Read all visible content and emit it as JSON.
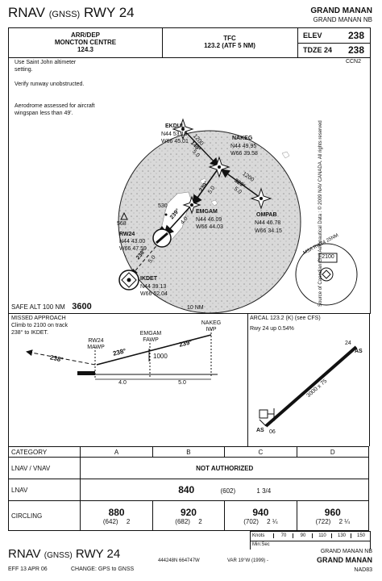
{
  "header": {
    "title_pre": "RNAV",
    "title_gnss": "(GNSS)",
    "title_post": "RWY 24",
    "airport": "GRAND MANAN",
    "location": "GRAND MANAN NB"
  },
  "comms": {
    "arr_dep_label": "ARR/DEP",
    "centre": "MONCTON CENTRE",
    "arr_freq": "124.3",
    "tfc_label": "TFC",
    "tfc_freq": "123.2 (ATF 5 NM)",
    "elev_label": "ELEV",
    "elev": "238",
    "tdze_label": "TDZE 24",
    "tdze": "238"
  },
  "notes": {
    "ref_code": "CCN2",
    "note1": "Use Saint John altimeter setting.",
    "note2": "Verify runway unobstructed.",
    "note3": "Aerodrome assessed for aircraft wingspan less than 49'."
  },
  "fixes": {
    "ekdul": {
      "name": "EKDUL",
      "lat": "N44 53.13",
      "lon": "W66 45.01"
    },
    "nakeg": {
      "name": "NAKEG",
      "lat": "N44 49.95",
      "lon": "W66 39.58"
    },
    "ompab": {
      "name": "OMPAB",
      "lat": "N44 46.78",
      "lon": "W66 34.15"
    },
    "emgam": {
      "name": "EMGAM",
      "lat": "N44 46.09",
      "lon": "W66 44.03"
    },
    "rw24": {
      "name": "RW24",
      "lat": "N44 43.00",
      "lon": "W66 47.59"
    },
    "ikdet": {
      "name": "IKDET",
      "lat": "N44 39.13",
      "lon": "W66 52.04"
    }
  },
  "plan_labels": {
    "alt_1200_a": "1200",
    "alt_1200_b": "1200",
    "crs_149": "149°",
    "crs_329": "329°",
    "crs_239_a": "239°",
    "crs_239_b": "239°",
    "crs_238": "238°",
    "dist_50_a": "5.0",
    "dist_50_b": "5.0",
    "dist_50_c": "5.0",
    "dist_40": "4.0",
    "dist_50_d": "5.0",
    "spot_530": "530",
    "spot_568": "568",
    "range_ring": "10 NM",
    "side_note": "Source of Canadian Civil Aeronautical Data : © 2009 NAV CANADA. All rights reserved"
  },
  "msa": {
    "label": "MSA RW24 25NM",
    "alt": "2100"
  },
  "safe_alt": {
    "label": "SAFE ALT 100 NM",
    "value": "3600"
  },
  "missed": {
    "title": "MISSED APPROACH",
    "line2": "Climb to 2100 on track",
    "line3": "238° to IKDET."
  },
  "profile": {
    "rw24": "RW24",
    "mawp": "MAWP",
    "emgam": "EMGAM",
    "fawp": "FAWP",
    "nakeg": "NAKEG",
    "iwp": "IWP",
    "crs_238_a": "238°",
    "crs_238_b": "238°",
    "crs_239": "239°",
    "alt_1000": "1000",
    "dist_40": "4.0",
    "dist_50": "5.0"
  },
  "aerodrome": {
    "arcal": "ARCAL 123.2 (K) (see CFS)",
    "gradient": "Rwy 24 up 0.54%",
    "runway_dims": "3000 x 75",
    "as1": "AS",
    "as2": "AS",
    "rwy06": "06",
    "rwy24": "24"
  },
  "minima": {
    "headers": {
      "category": "CATEGORY",
      "a": "A",
      "b": "B",
      "c": "C",
      "d": "D"
    },
    "lnav_vnav": {
      "label": "LNAV / VNAV",
      "value": "NOT AUTHORIZED"
    },
    "lnav": {
      "label": "LNAV",
      "mda": "840",
      "hat": "(602)",
      "vis": "1 3/4"
    },
    "circling": {
      "label": "CIRCLING",
      "a": {
        "mda": "880",
        "hat": "(642)",
        "vis": "2"
      },
      "b": {
        "mda": "920",
        "hat": "(682)",
        "vis": "2"
      },
      "c": {
        "mda": "940",
        "hat": "(702)",
        "vis": "2 ¼"
      },
      "d": {
        "mda": "960",
        "hat": "(722)",
        "vis": "2 ¼"
      }
    }
  },
  "timing": {
    "knots_label": "Knots",
    "speeds": [
      "70",
      "90",
      "110",
      "130",
      "150"
    ],
    "minsec_label": "Min:Sec"
  },
  "footer": {
    "title_pre": "RNAV",
    "title_gnss": "(GNSS)",
    "title_post": "RWY 24",
    "location": "GRAND MANAN NB",
    "airport": "GRAND MANAN",
    "eff": "EFF 13 APR 06",
    "change": "CHANGE: GPS to GNSS",
    "coords": "444248N 664747W",
    "var": "VAR 19°W (1999) -",
    "chart_id": "NAD83"
  }
}
